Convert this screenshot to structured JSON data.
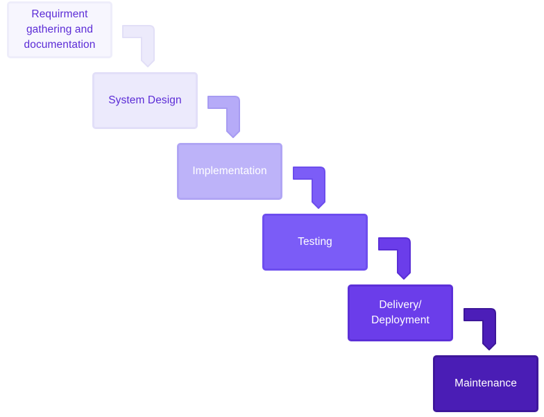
{
  "diagram": {
    "steps": [
      {
        "label": "Requirment\ngathering and\ndocumentation",
        "fill": "#F7F6FE",
        "border": "#EEEDFA",
        "text": "#5B2BD6"
      },
      {
        "label": "System Design",
        "fill": "#ECEAFC",
        "border": "#E2DFF8",
        "text": "#5B2BD6"
      },
      {
        "label": "Implementation",
        "fill": "#BDB3F9",
        "border": "#B0A5F4",
        "text": "#FFFFFF"
      },
      {
        "label": "Testing",
        "fill": "#7B5CF7",
        "border": "#6D4DEE",
        "text": "#FFFFFF"
      },
      {
        "label": "Delivery/\nDeployment",
        "fill": "#6B3DEA",
        "border": "#5C30D8",
        "text": "#FFFFFF"
      },
      {
        "label": "Maintenance",
        "fill": "#4A1DB5",
        "border": "#3E179B",
        "text": "#FFFFFF"
      }
    ],
    "arrows": [
      {
        "fill": "#ECEAFB",
        "border": "#E2DFF7"
      },
      {
        "fill": "#B6ABF8",
        "border": "#A79BF2"
      },
      {
        "fill": "#7C5DF7",
        "border": "#6C4DEC"
      },
      {
        "fill": "#6B3DEA",
        "border": "#5A2FD6"
      },
      {
        "fill": "#4C1EB8",
        "border": "#3C1699"
      }
    ]
  }
}
